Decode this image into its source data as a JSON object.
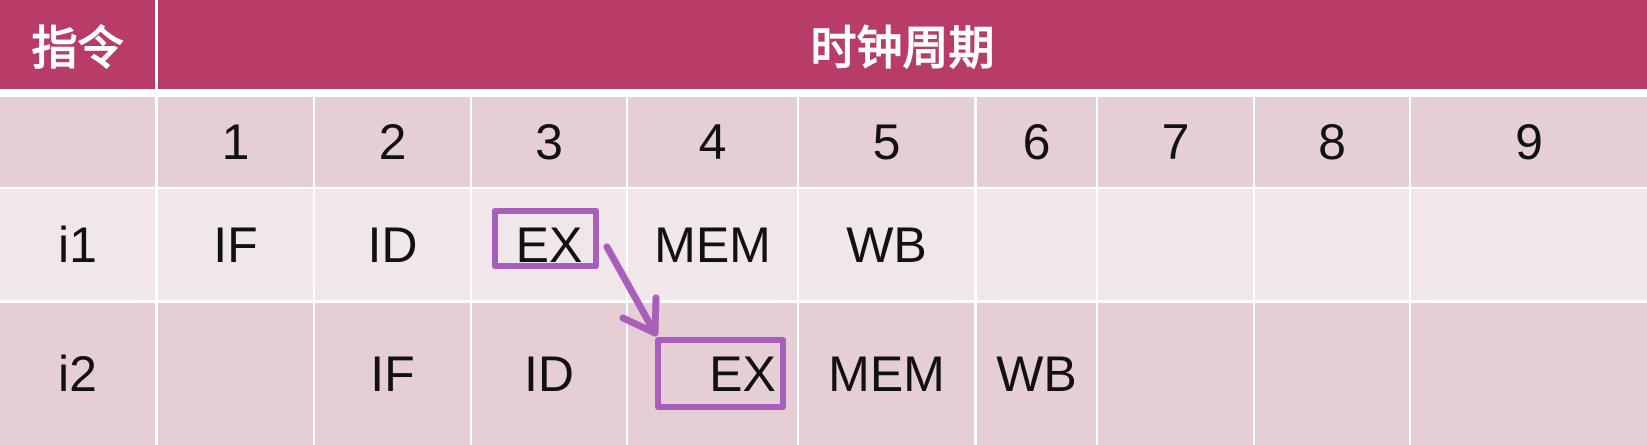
{
  "header": {
    "instruction_label": "指令",
    "cycles_label": "时钟周期"
  },
  "cycle_numbers": [
    "1",
    "2",
    "3",
    "4",
    "5",
    "6",
    "7",
    "8",
    "9"
  ],
  "rows": [
    {
      "instruction": "i1",
      "stages": [
        "IF",
        "ID",
        "EX",
        "MEM",
        "WB",
        "",
        "",
        "",
        ""
      ]
    },
    {
      "instruction": "i2",
      "stages": [
        "",
        "IF",
        "ID",
        "EX",
        "MEM",
        "WB",
        "",
        "",
        ""
      ]
    }
  ],
  "colors": {
    "header": "#b83c68",
    "row_dark": "#e6cfd4",
    "row_light": "#f1e6e9",
    "highlight": "#a85fbc"
  },
  "annotation": "arrow from i1 EX (cycle 3) to i2 EX (cycle 4)"
}
